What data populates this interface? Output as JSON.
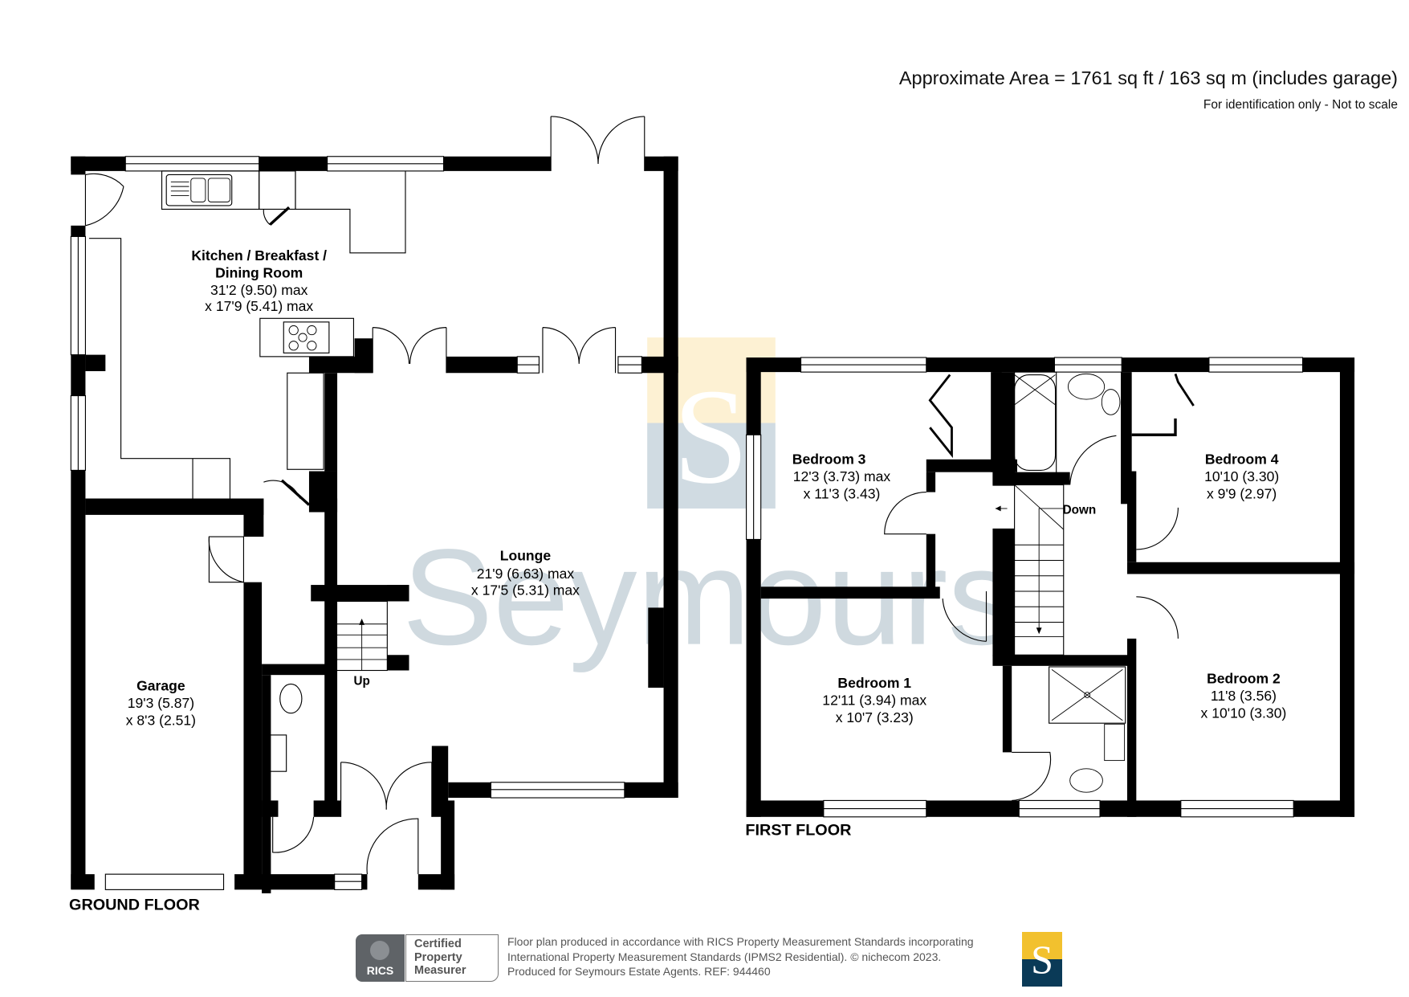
{
  "header": {
    "area": "Approximate Area = 1761 sq ft / 163 sq m (includes garage)",
    "disclaimer": "For identification only - Not to scale"
  },
  "ground_floor": {
    "label": "GROUND FLOOR",
    "rooms": [
      {
        "name": "Kitchen / Breakfast /",
        "name2": "Dining Room",
        "dim1": "31'2 (9.50) max",
        "dim2": "x 17'9 (5.41) max"
      },
      {
        "name": "Lounge",
        "dim1": "21'9 (6.63) max",
        "dim2": "x 17'5 (5.31) max"
      },
      {
        "name": "Garage",
        "dim1": "19'3 (5.87)",
        "dim2": "x 8'3 (2.51)"
      }
    ],
    "stairs_label": "Up"
  },
  "first_floor": {
    "label": "FIRST FLOOR",
    "rooms": [
      {
        "name": "Bedroom 3",
        "dim1": "12'3 (3.73) max",
        "dim2": "x 11'3 (3.43)"
      },
      {
        "name": "Bedroom 4",
        "dim1": "10'10 (3.30)",
        "dim2": "x 9'9 (2.97)"
      },
      {
        "name": "Bedroom 1",
        "dim1": "12'11 (3.94) max",
        "dim2": "x 10'7 (3.23)"
      },
      {
        "name": "Bedroom 2",
        "dim1": "11'8 (3.56)",
        "dim2": "x 10'10 (3.30)"
      }
    ],
    "stairs_label": "Down"
  },
  "watermark": {
    "text": "Seymours",
    "logo_letter": "S",
    "colors": {
      "top": "#fdf1d3",
      "bottom": "#d0dbe2",
      "text": "#cfd9df"
    }
  },
  "footer": {
    "rics_label": "RICS",
    "certified": [
      "Certified",
      "Property",
      "Measurer"
    ],
    "lines": [
      "Floor plan produced in accordance with RICS Property Measurement Standards incorporating",
      "International Property Measurement Standards (IPMS2 Residential).   © nichecom 2023.",
      "Produced for Seymours Estate Agents.   REF:  944460"
    ],
    "logo_letter": "S",
    "logo_colors": {
      "top": "#f2c12e",
      "bottom": "#0a3a57"
    }
  }
}
